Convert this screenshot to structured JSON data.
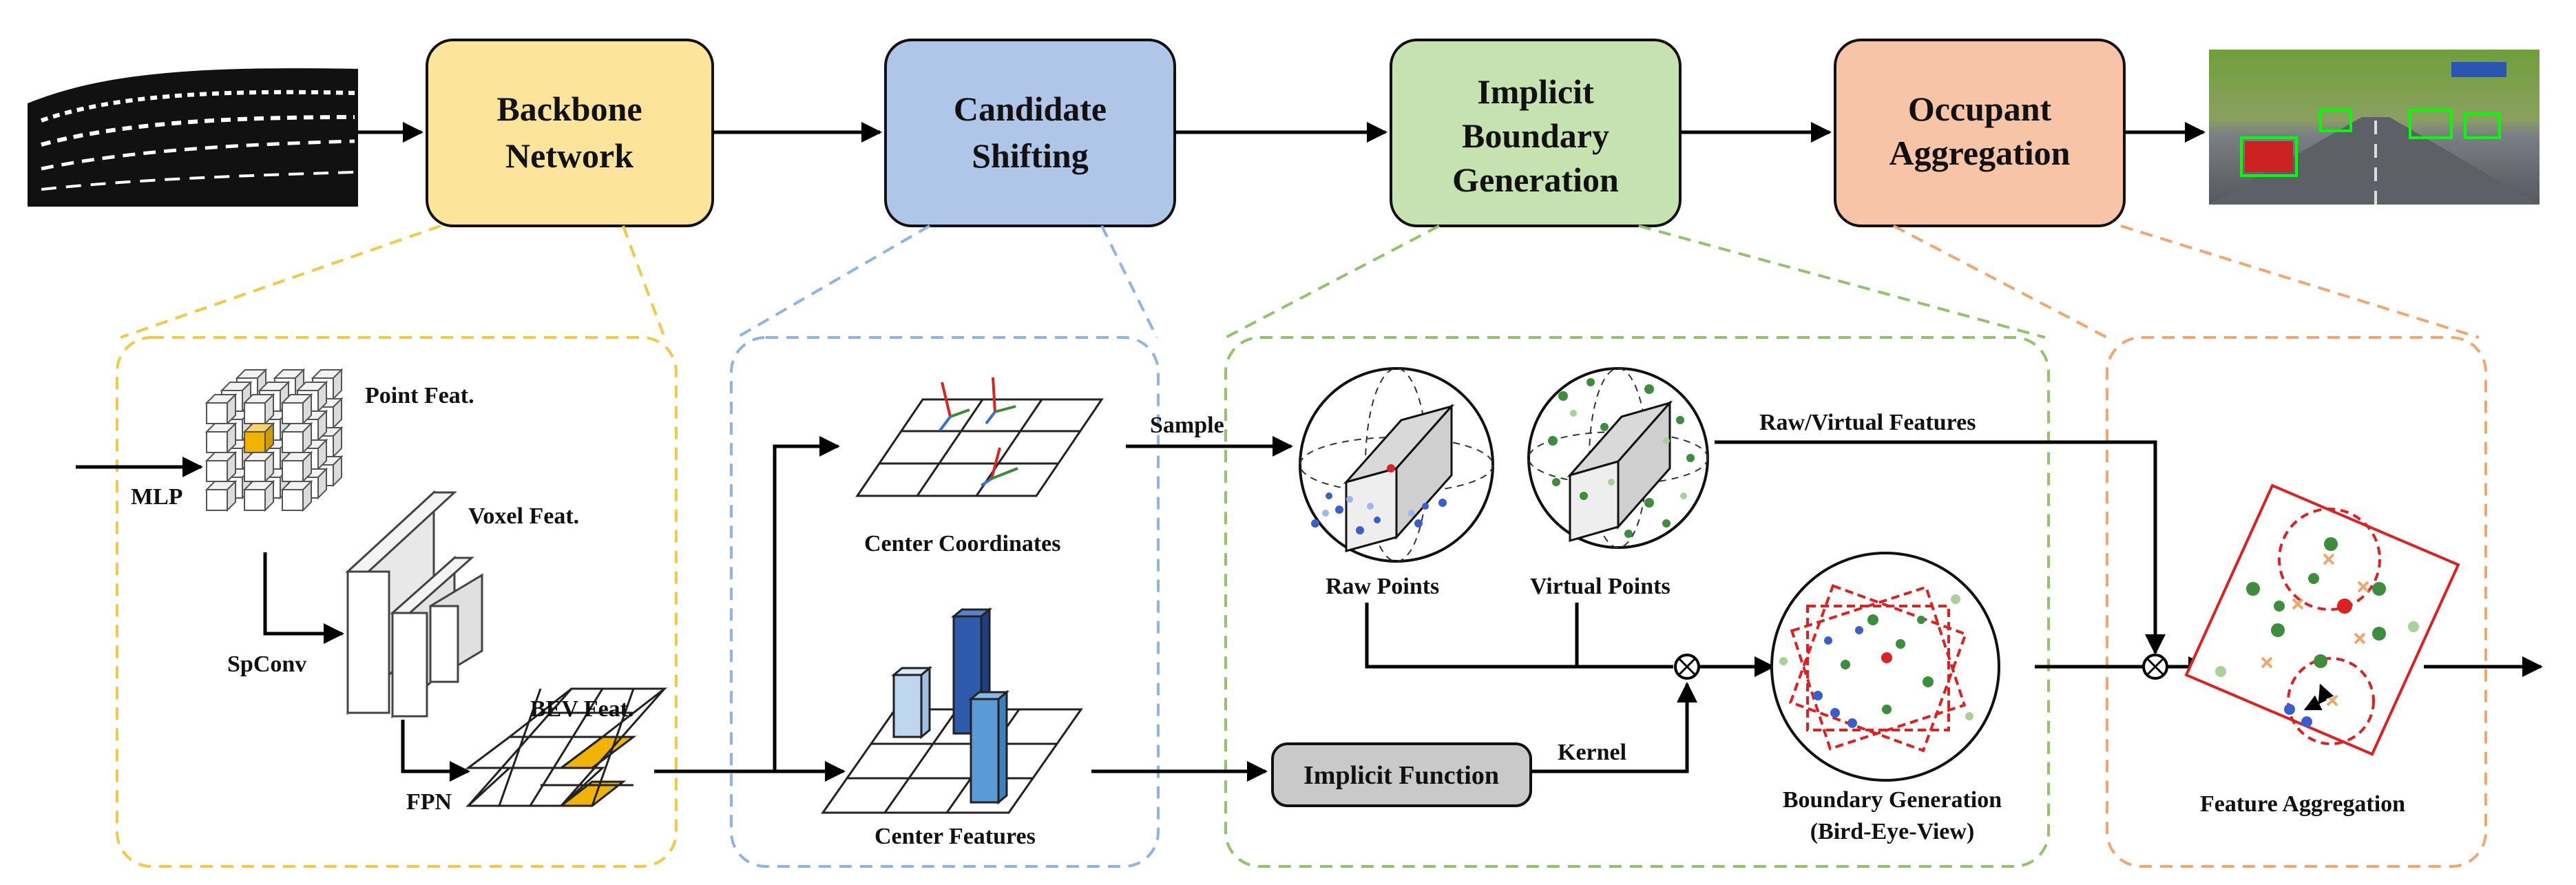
{
  "stages": [
    {
      "id": "backbone",
      "lines": [
        "Backbone",
        "Network"
      ],
      "fill": "#FCE49A"
    },
    {
      "id": "candidate",
      "lines": [
        "Candidate",
        "Shifting"
      ],
      "fill": "#AFC6E8"
    },
    {
      "id": "implicit",
      "lines": [
        "Implicit",
        "Boundary",
        "Generation"
      ],
      "fill": "#C6E2B0"
    },
    {
      "id": "occupant",
      "lines": [
        "Occupant",
        "Aggregation"
      ],
      "fill": "#F7C4A8"
    }
  ],
  "backbone_panel": {
    "point_feat": "Point Feat.",
    "mlp": "MLP",
    "voxel_feat": "Voxel Feat.",
    "spconv": "SpConv",
    "bev_feat": "BEV Feat.",
    "fpn": "FPN"
  },
  "candidate_panel": {
    "center_coordinates": "Center Coordinates",
    "center_features": "Center Features",
    "sample": "Sample"
  },
  "implicit_panel": {
    "raw_points": "Raw Points",
    "virtual_points": "Virtual Points",
    "raw_virtual_features": "Raw/Virtual Features",
    "implicit_function": "Implicit Function",
    "kernel": "Kernel",
    "boundary_generation_1": "Boundary Generation",
    "boundary_generation_2": "(Bird-Eye-View)"
  },
  "aggregation_panel": {
    "feature_aggregation": "Feature Aggregation"
  },
  "colors": {
    "yellow_dash": "#F5C842",
    "blue_dash": "#8DB4E2",
    "green_dash": "#92C36B",
    "orange_dash": "#F2A66B",
    "point_blue": "#3a5fcd",
    "point_green": "#3c8d3c",
    "box_red": "#e02020",
    "highlight_orange": "#F0B400"
  }
}
